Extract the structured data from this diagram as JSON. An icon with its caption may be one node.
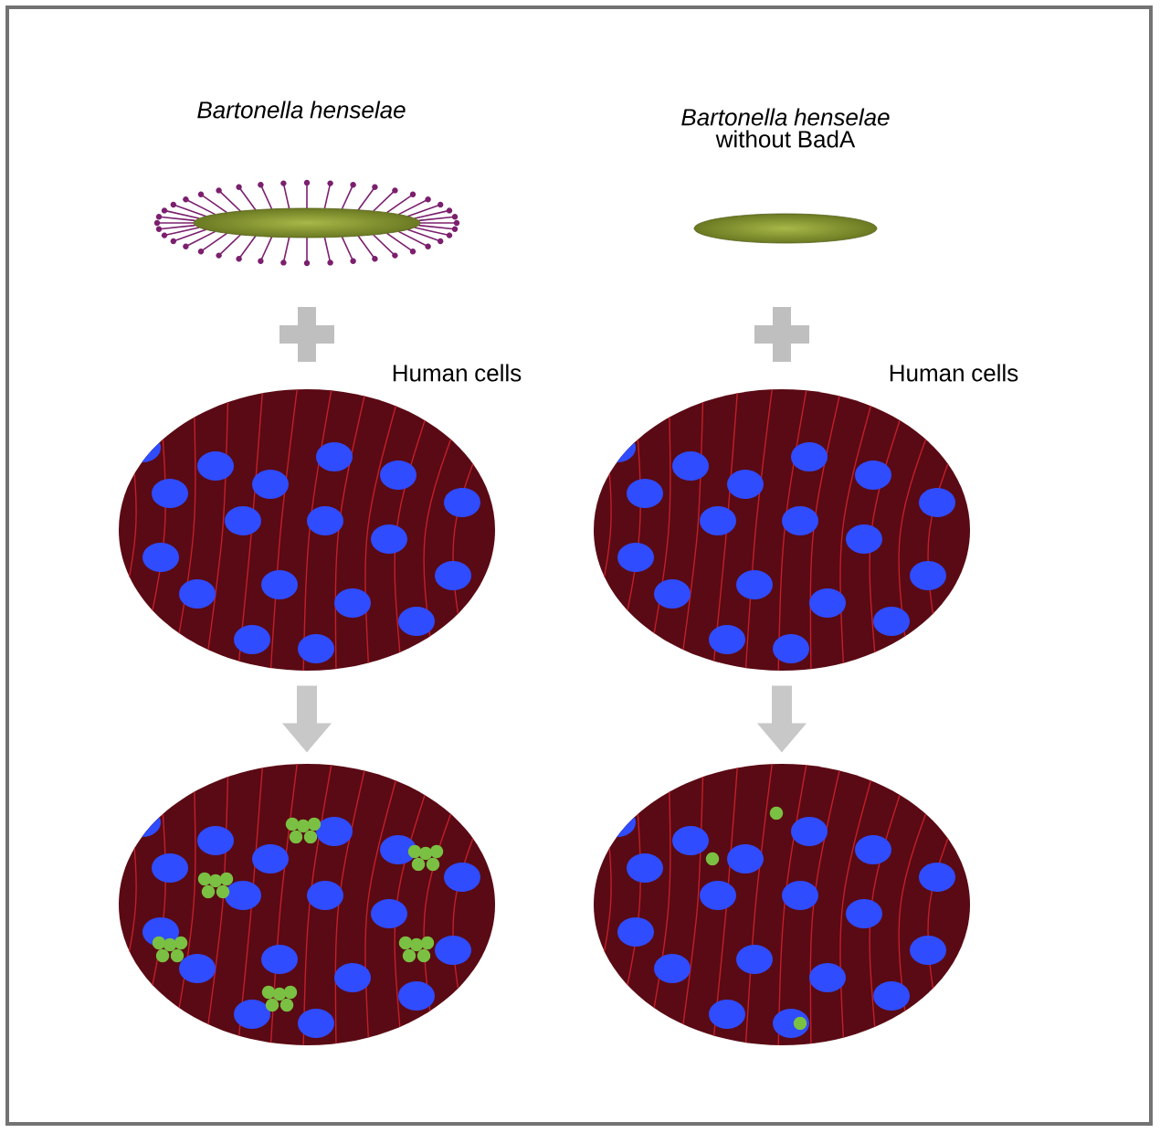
{
  "diagram": {
    "nodes": [
      {
        "text": [],
        "shape": "picture",
        "beside": [
          "Bartonella henselae"
        ]
      },
      {
        "text": [],
        "shape": "ellipse",
        "beside": [
          "*Bartonella henselae* without BadA"
        ]
      },
      {
        "text": [],
        "shape": "picture",
        "beside": [
          "Human cells"
        ]
      },
      {
        "text": [],
        "shape": "picture",
        "beside": [
          "Human cells"
        ]
      },
      {
        "text": [],
        "shape": "picture"
      },
      {
        "text": [],
        "shape": "picture"
      }
    ],
    "edges": [
      {
        "from": 2,
        "to": 4,
        "arrow": "to"
      },
      {
        "from": 3,
        "to": 5,
        "arrow": "to"
      }
    ]
  }
}
